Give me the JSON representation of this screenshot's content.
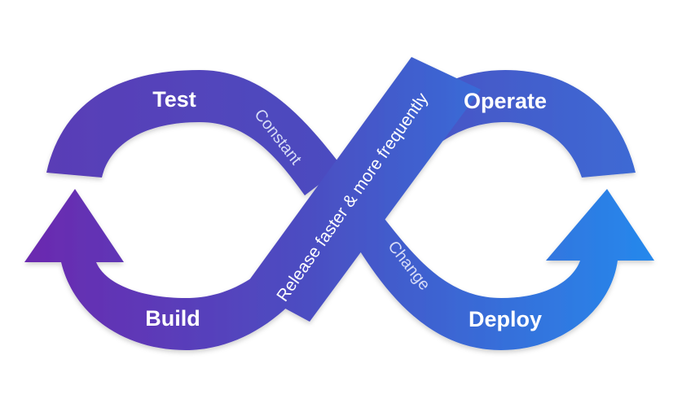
{
  "stages": {
    "test": "Test",
    "operate": "Operate",
    "build": "Build",
    "deploy": "Deploy"
  },
  "flow": {
    "constant": "Constant",
    "change": "Change",
    "release": "Release faster & more frequently"
  },
  "colors": {
    "purple": "#6a2fb0",
    "indigo": "#4b4fbf",
    "blue": "#2a87ea",
    "white": "#ffffff"
  }
}
